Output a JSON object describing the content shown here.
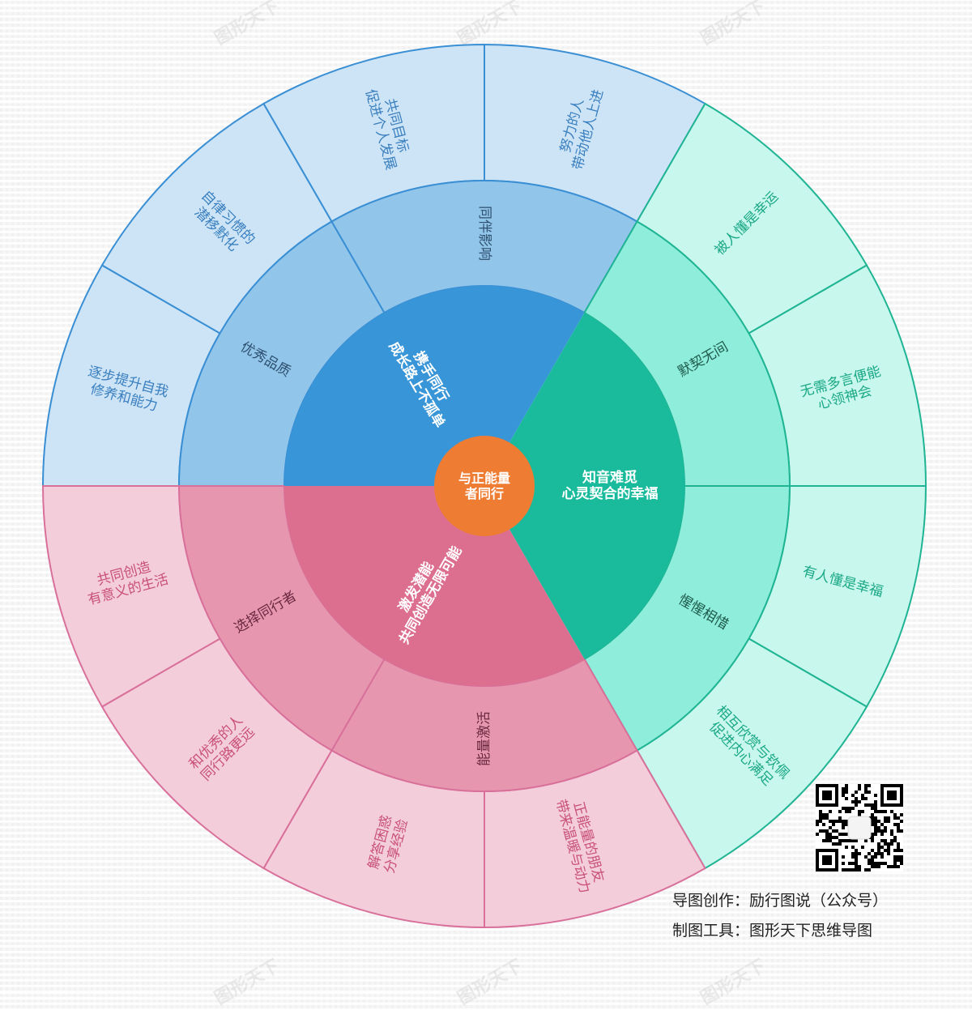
{
  "watermark": "图形天下",
  "center": {
    "label": [
      "与正能量",
      "者同行"
    ],
    "color": "#ef7c33"
  },
  "branches": [
    {
      "label": [
        "携手同行",
        "成长路上不孤单"
      ],
      "colors": {
        "l1": "#3895d8",
        "l2": "#92c5ea",
        "l3": "#cce4f6",
        "stroke": "#3a8fd4",
        "text2": "#2d4f6e",
        "text3": "#3a7fbf"
      },
      "children": [
        {
          "label": [
            "优秀品质"
          ],
          "children": [
            {
              "label": [
                "逐步提升自我",
                "修养和能力"
              ]
            },
            {
              "label": [
                "自律习惯的",
                "潜移默化"
              ]
            }
          ]
        },
        {
          "label": [
            "同伴影响"
          ],
          "children": [
            {
              "label": [
                "共同目标",
                "促进个人发展"
              ]
            },
            {
              "label": [
                "努力的人",
                "带动他人上进"
              ]
            }
          ]
        }
      ]
    },
    {
      "label": [
        "知音难觅",
        "心灵契合的幸福"
      ],
      "colors": {
        "l1": "#1abb9c",
        "l2": "#8eeedb",
        "l3": "#c8f7ed",
        "stroke": "#1fb493",
        "text2": "#1f5a4c",
        "text3": "#1aa886"
      },
      "children": [
        {
          "label": [
            "默契无间"
          ],
          "children": [
            {
              "label": [
                "被人懂是幸运"
              ]
            },
            {
              "label": [
                "无需多言便能",
                "心领神会"
              ]
            }
          ]
        },
        {
          "label": [
            "惺惺相惜"
          ],
          "children": [
            {
              "label": [
                "有人懂是幸福"
              ]
            },
            {
              "label": [
                "相互欣赏与钦佩",
                "促进内心满足"
              ]
            }
          ]
        }
      ]
    },
    {
      "label": [
        "激发潜能",
        "共同创造无限可能"
      ],
      "colors": {
        "l1": "#dc6e90",
        "l2": "#e697af",
        "l3": "#f4cdda",
        "stroke": "#d8709a",
        "text2": "#6a2840",
        "text3": "#c8507a"
      },
      "children": [
        {
          "label": [
            "能量激活"
          ],
          "children": [
            {
              "label": [
                "正能量的朋友",
                "带来温暖与动力"
              ]
            },
            {
              "label": [
                "解答困惑",
                "分享经验"
              ]
            }
          ]
        },
        {
          "label": [
            "选择同行者"
          ],
          "children": [
            {
              "label": [
                "和优秀的人",
                "同行路更远"
              ]
            },
            {
              "label": [
                "共同创造",
                "有意义的生活"
              ]
            }
          ]
        }
      ]
    }
  ],
  "credits": {
    "author": "导图创作：励行图说（公众号）",
    "tool": "制图工具：图形天下思维导图"
  }
}
